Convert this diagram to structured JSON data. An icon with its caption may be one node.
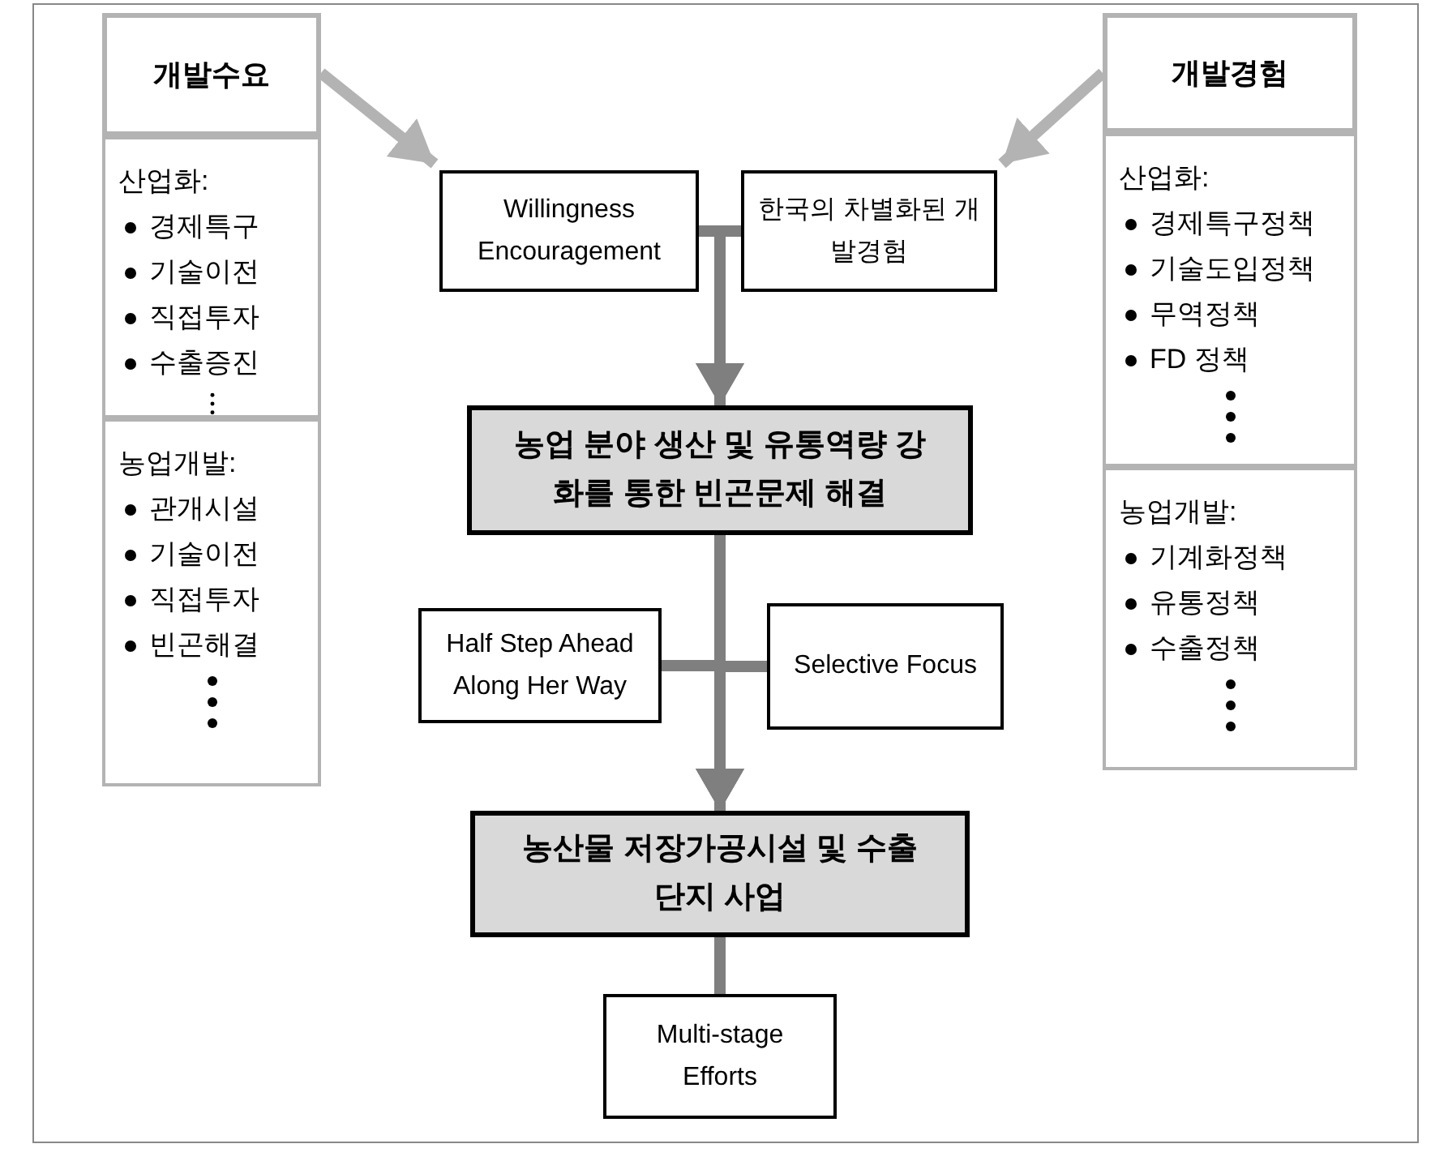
{
  "diagram": {
    "nodes": [
      {
        "text": [
          "개발수요"
        ]
      },
      {
        "text": [
          "산업화:",
          "경제특구",
          "기술이전",
          "직접투자",
          "수출증진"
        ]
      },
      {
        "text": [
          "농업개발:",
          "관개시설",
          "기술이전",
          "직접투자",
          "빈곤해결"
        ]
      },
      {
        "text": [
          "개발경험"
        ]
      },
      {
        "text": [
          "산업화:",
          "경제특구정책",
          "기술도입정책",
          "무역정책",
          "FD 정책"
        ]
      },
      {
        "text": [
          "농업개발:",
          "기계화정책",
          "유통정책",
          "수출정책"
        ]
      },
      {
        "text": [
          "Willingness Encouragement"
        ]
      },
      {
        "text": [
          "한국의 차별화된 개발경험"
        ]
      },
      {
        "text": [
          "농업 분야 생산 및 유통역량 강화를 통한 빈곤문제 해결"
        ]
      },
      {
        "text": [
          "Half Step Ahead Along Her Way"
        ]
      },
      {
        "text": [
          "Selective Focus"
        ]
      },
      {
        "text": [
          "농산물 저장가공시설 및 수출단지 사업"
        ]
      },
      {
        "text": [
          "Multi-stage Efforts"
        ]
      }
    ],
    "edges": [
      {
        "from": 0,
        "to": 6,
        "arrow": "to",
        "color": "#b3b3b3"
      },
      {
        "from": 3,
        "to": 7,
        "arrow": "to",
        "color": "#b3b3b3"
      },
      {
        "from": 6,
        "to": 8,
        "arrow": "to"
      },
      {
        "from": 7,
        "to": 8,
        "arrow": "to"
      },
      {
        "from": 8,
        "to": 11,
        "arrow": "to"
      },
      {
        "from": 9,
        "to": 11,
        "arrow": "to"
      },
      {
        "from": 10,
        "to": 11,
        "arrow": "to"
      },
      {
        "from": 11,
        "to": 12,
        "arrow": "none"
      }
    ]
  }
}
